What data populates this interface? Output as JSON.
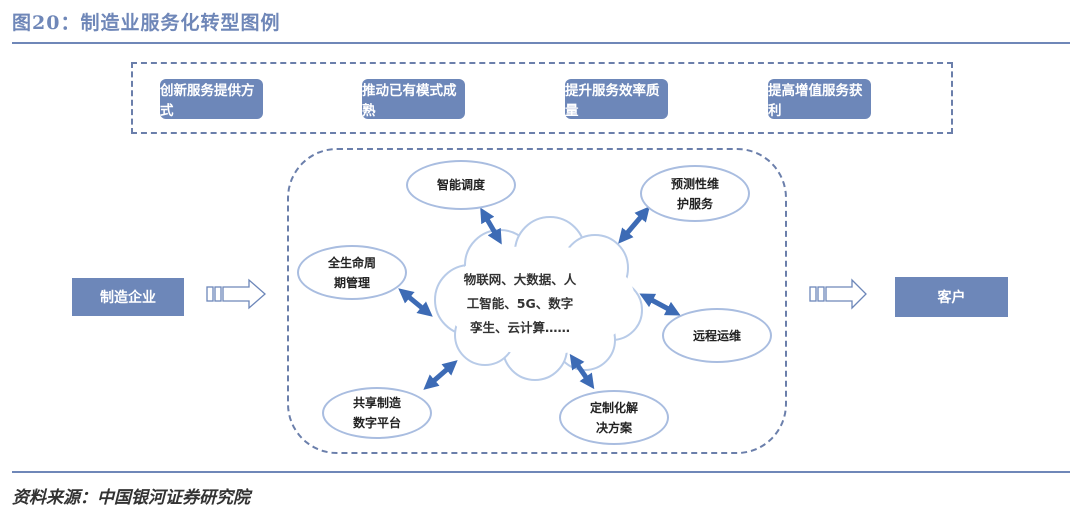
{
  "figure": {
    "title": "图20：制造业服务化转型图例",
    "source": "资料来源：中国银河证券研究院"
  },
  "goals": [
    {
      "label": "创新服务提供方式"
    },
    {
      "label": "推动已有模式成熟"
    },
    {
      "label": "提升服务效率质量"
    },
    {
      "label": "提高增值服务获利"
    }
  ],
  "flow": {
    "source_label": "制造企业",
    "target_label": "客户"
  },
  "core": {
    "lines": [
      "物联网、大数据、人",
      "工智能、5G、数字",
      "孪生、云计算……"
    ]
  },
  "services": [
    {
      "lines": [
        "智能调度"
      ]
    },
    {
      "lines": [
        "预测性维",
        "护服务"
      ]
    },
    {
      "lines": [
        "全生命周",
        "期管理"
      ]
    },
    {
      "lines": [
        "远程运维"
      ]
    },
    {
      "lines": [
        "共享制造",
        "数字平台"
      ]
    },
    {
      "lines": [
        "定制化解",
        "决方案"
      ]
    }
  ],
  "colors": {
    "accent": "#6d87b9",
    "ellipse_border": "#a9bde0",
    "arrow": "#3d6bb5"
  }
}
